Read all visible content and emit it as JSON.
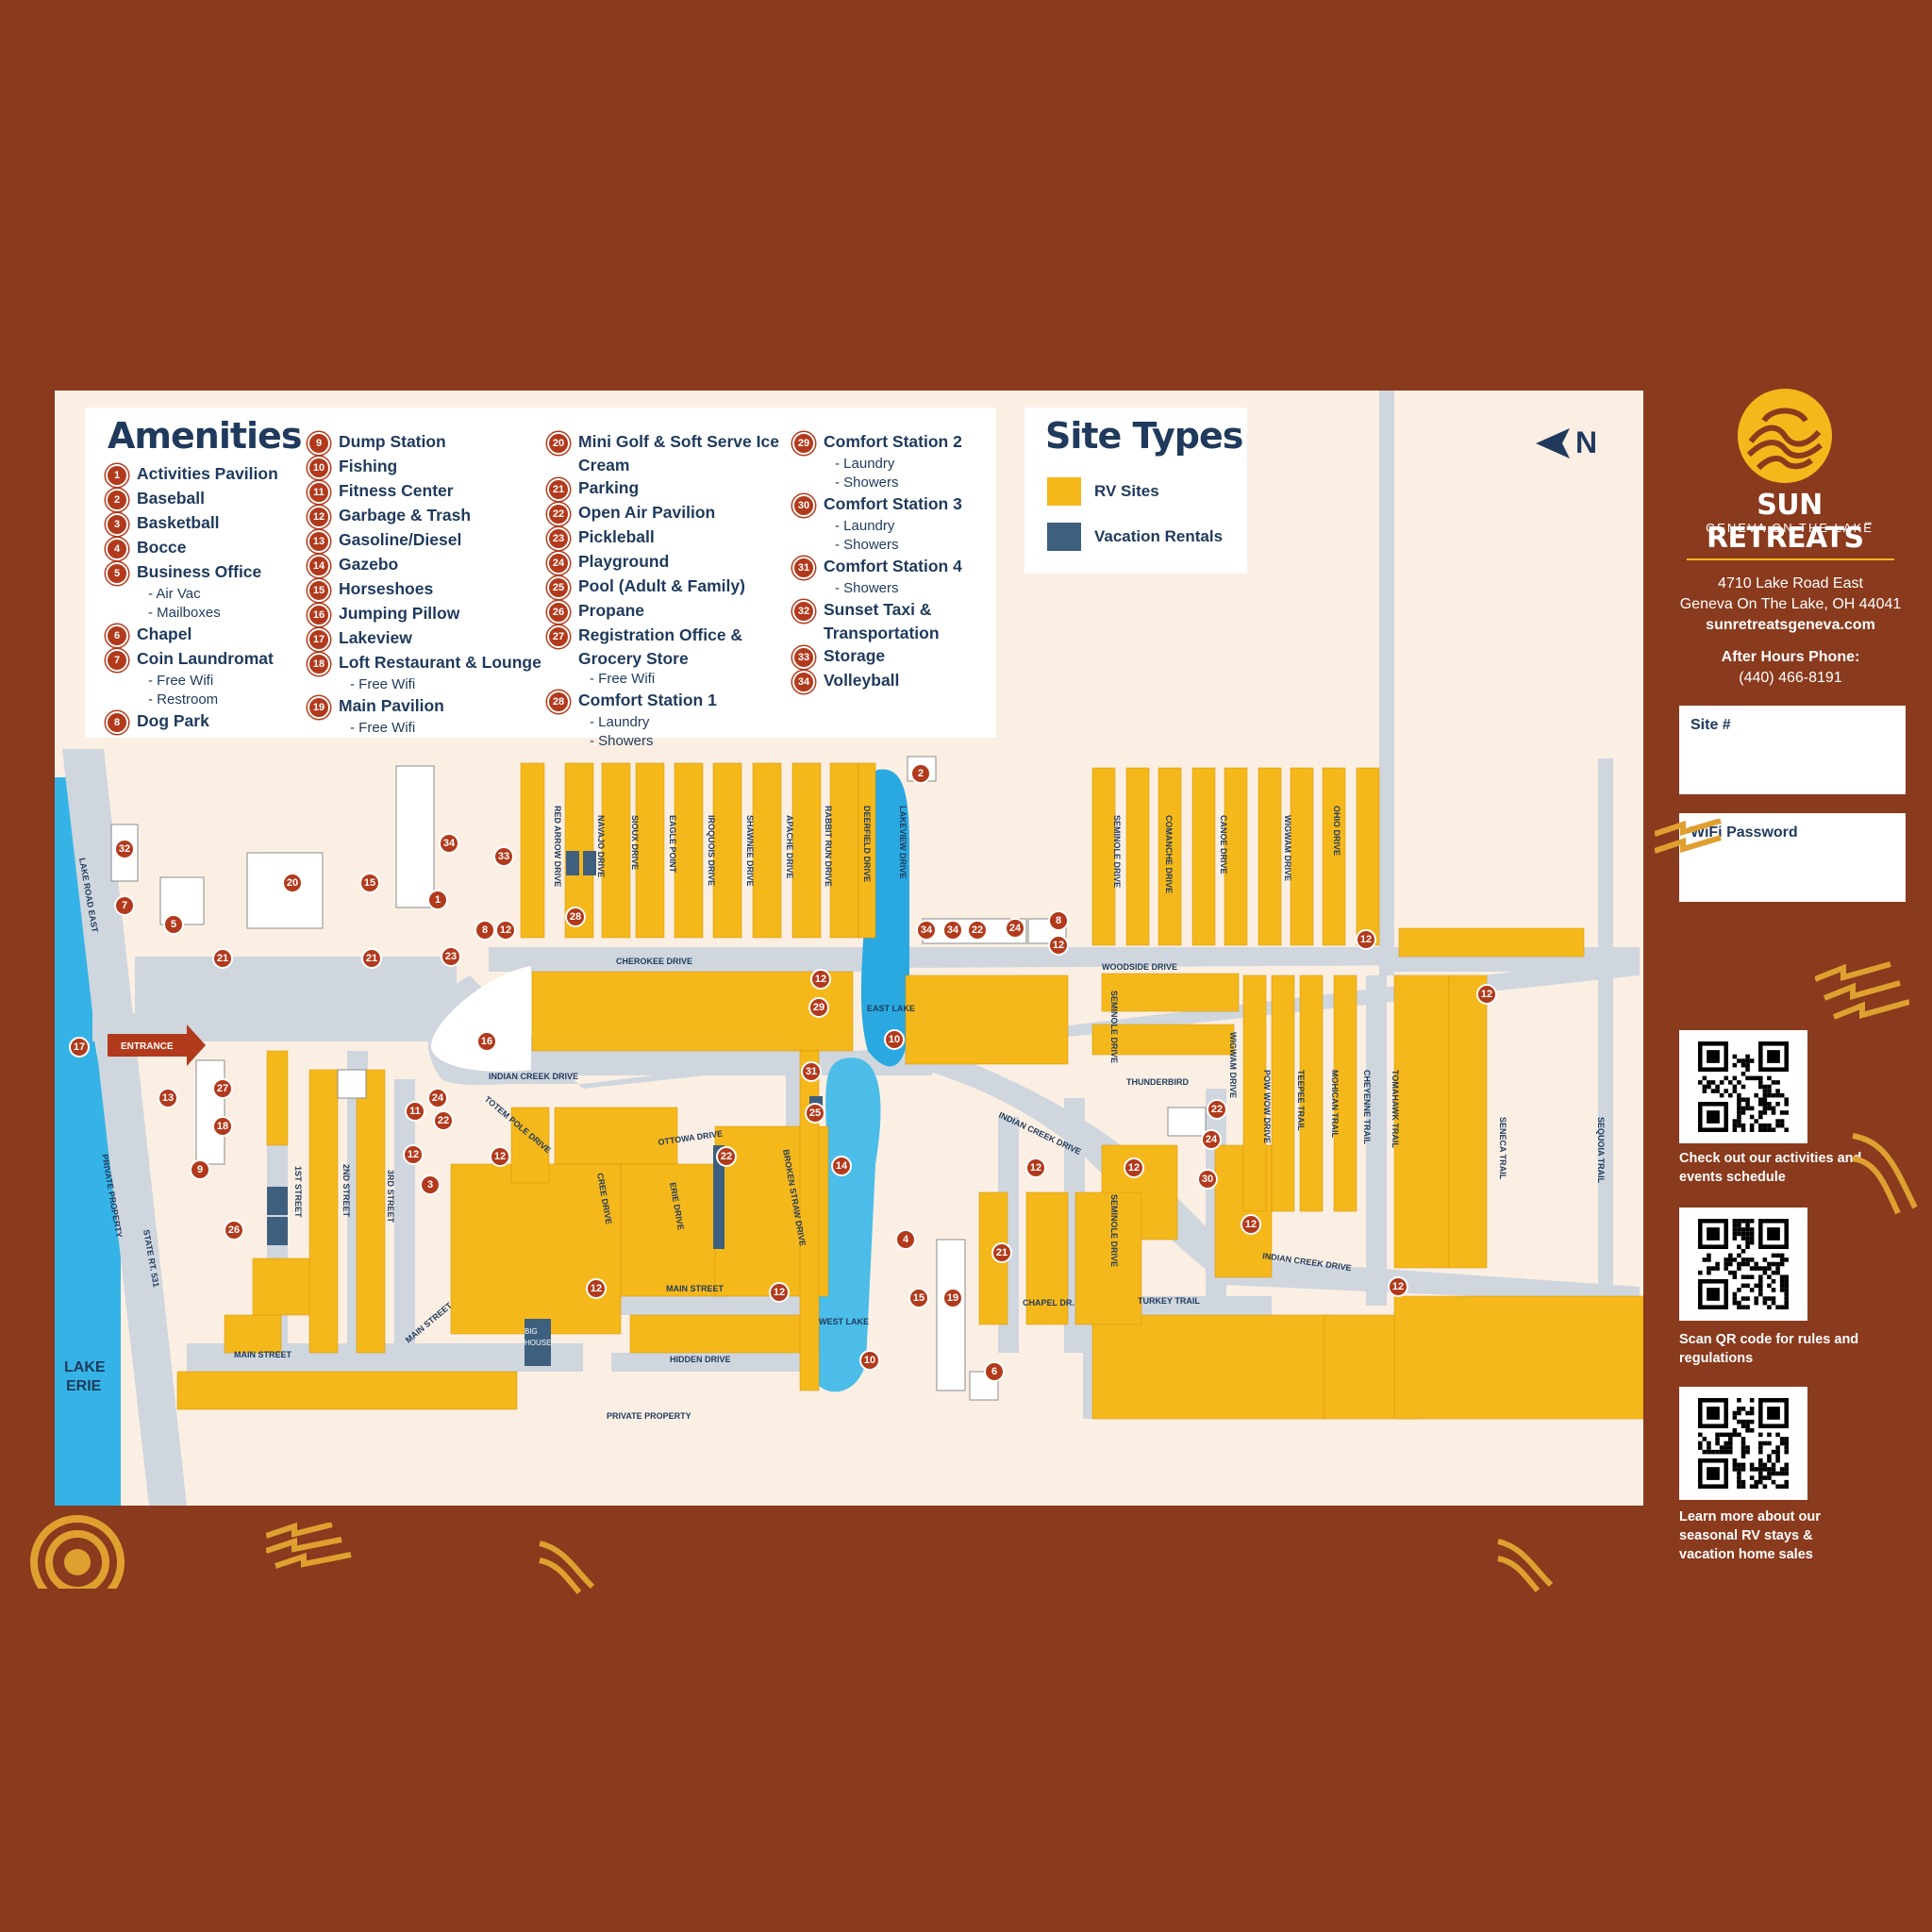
{
  "amenities": {
    "title": "Amenities",
    "columns": [
      [
        {
          "n": "1",
          "label": "Activities Pavilion"
        },
        {
          "n": "2",
          "label": "Baseball"
        },
        {
          "n": "3",
          "label": "Basketball"
        },
        {
          "n": "4",
          "label": "Bocce"
        },
        {
          "n": "5",
          "label": "Business Office",
          "subs": [
            "- Air Vac",
            "- Mailboxes"
          ]
        },
        {
          "n": "6",
          "label": "Chapel"
        },
        {
          "n": "7",
          "label": "Coin Laundromat",
          "subs": [
            "- Free Wifi",
            "- Restroom"
          ]
        },
        {
          "n": "8",
          "label": "Dog Park"
        }
      ],
      [
        {
          "n": "9",
          "label": "Dump Station"
        },
        {
          "n": "10",
          "label": "Fishing"
        },
        {
          "n": "11",
          "label": "Fitness Center"
        },
        {
          "n": "12",
          "label": "Garbage & Trash"
        },
        {
          "n": "13",
          "label": "Gasoline/Diesel"
        },
        {
          "n": "14",
          "label": "Gazebo"
        },
        {
          "n": "15",
          "label": "Horseshoes"
        },
        {
          "n": "16",
          "label": "Jumping Pillow"
        },
        {
          "n": "17",
          "label": "Lakeview"
        },
        {
          "n": "18",
          "label": "Loft Restaurant & Lounge",
          "subs": [
            "- Free Wifi"
          ]
        },
        {
          "n": "19",
          "label": "Main Pavilion",
          "subs": [
            "- Free Wifi"
          ]
        }
      ],
      [
        {
          "n": "20",
          "label": "Mini Golf & Soft Serve Ice Cream"
        },
        {
          "n": "21",
          "label": "Parking"
        },
        {
          "n": "22",
          "label": "Open Air Pavilion"
        },
        {
          "n": "23",
          "label": "Pickleball"
        },
        {
          "n": "24",
          "label": "Playground"
        },
        {
          "n": "25",
          "label": "Pool (Adult & Family)"
        },
        {
          "n": "26",
          "label": "Propane"
        },
        {
          "n": "27",
          "label": "Registration Office & Grocery Store",
          "subs": [
            "- Free Wifi"
          ]
        },
        {
          "n": "28",
          "label": "Comfort Station 1",
          "subs": [
            "- Laundry",
            "- Showers"
          ]
        }
      ],
      [
        {
          "n": "29",
          "label": "Comfort Station 2",
          "subs": [
            "- Laundry",
            "- Showers"
          ]
        },
        {
          "n": "30",
          "label": "Comfort Station 3",
          "subs": [
            "- Laundry",
            "- Showers"
          ]
        },
        {
          "n": "31",
          "label": "Comfort Station 4",
          "subs": [
            "- Showers"
          ]
        },
        {
          "n": "32",
          "label": "Sunset Taxi & Transportation"
        },
        {
          "n": "33",
          "label": "Storage"
        },
        {
          "n": "34",
          "label": "Volleyball"
        }
      ]
    ]
  },
  "site_types": {
    "title": "Site Types",
    "items": [
      {
        "label": "RV Sites",
        "color": "#f5b81b"
      },
      {
        "label": "Vacation Rentals",
        "color": "#3e5f7d"
      }
    ]
  },
  "north_label": "N",
  "brand": {
    "name": "SUN RETREATS",
    "tm": "™",
    "tagline": "GENEVA ON THE LAKE",
    "address1": "4710 Lake Road East",
    "address2": "Geneva On The Lake, OH 44041",
    "website": "sunretreatsgeneva.com",
    "after_hours_label": "After Hours Phone:",
    "after_hours_phone": "(440) 466-8191"
  },
  "fields": {
    "site_label": "Site #",
    "wifi_label": "WiFi Password"
  },
  "qr": [
    {
      "caption": "Check out our activities and events schedule"
    },
    {
      "caption": "Scan QR code for rules and regulations"
    },
    {
      "caption": "Learn more about our seasonal RV stays & vacation home sales"
    }
  ],
  "map": {
    "entrance_label": "ENTRANCE",
    "lake_label_1": "LAKE",
    "lake_label_2": "ERIE",
    "east_lake": "EAST LAKE",
    "west_lake": "WEST LAKE",
    "big_house_1": "BIG",
    "big_house_2": "HOUSE",
    "thunderbird": "THUNDERBIRD",
    "roads": {
      "lake_road_east": "LAKE ROAD EAST",
      "state_rt": "STATE RT. 531",
      "private_property_left": "PRIVATE PROPERTY",
      "private_property_bottom": "PRIVATE PROPERTY",
      "cherokee": "CHEROKEE DRIVE",
      "woodside": "WOODSIDE DRIVE",
      "indian_creek_1": "INDIAN CREEK DRIVE",
      "indian_creek_2": "INDIAN CREEK DRIVE",
      "indian_creek_3": "INDIAN CREEK DRIVE",
      "totem_pole": "TOTEM POLE DRIVE",
      "ottowa": "OTTOWA DRIVE",
      "cree": "CREE DRIVE",
      "erie": "ERIE DRIVE",
      "broken_straw": "BROKEN STRAW DRIVE",
      "main_street_1": "MAIN STREET",
      "main_street_2": "MAIN STREET",
      "main_street_3": "MAIN STREET",
      "hidden": "HIDDEN DRIVE",
      "chapel": "CHAPEL DR.",
      "turkey": "TURKEY TRAIL",
      "seminole_1": "SEMINOLE DRIVE",
      "seminole_2": "SEMINOLE DRIVE",
      "seminole_3": "SEMINOLE DRIVE",
      "first_street": "1ST STREET",
      "second_street": "2ND STREET",
      "third_street": "3RD STREET",
      "red_arrow": "RED ARROW DRIVE",
      "navajo": "NAVAJO DRIVE",
      "sioux": "SIOUX DRIVE",
      "eagle_point": "EAGLE POINT",
      "iroquois": "IROQUOIS DRIVE",
      "shawnee": "SHAWNEE DRIVE",
      "apache": "APACHE DRIVE",
      "rabbit_run": "RABBIT RUN DRIVE",
      "deerfield": "DEERFIELD DRIVE",
      "lakeview": "LAKEVIEW DRIVE",
      "comanche": "COMANCHE DRIVE",
      "canoe": "CANOE DRIVE",
      "wigwam_1": "WIGWAM DRIVE",
      "wigwam_2": "WIGWAM DRIVE",
      "ohio": "OHIO DRIVE",
      "pow_wow": "POW WOW DRIVE",
      "teepee": "TEEPEE TRAIL",
      "mohican": "MOHICAN TRAIL",
      "cheyenne": "CHEYENNE TRAIL",
      "tomahawk": "TOMAHAWK TRAIL",
      "seneca": "SENECA TRAIL",
      "sequoia": "SEQUOIA TRAIL"
    }
  }
}
